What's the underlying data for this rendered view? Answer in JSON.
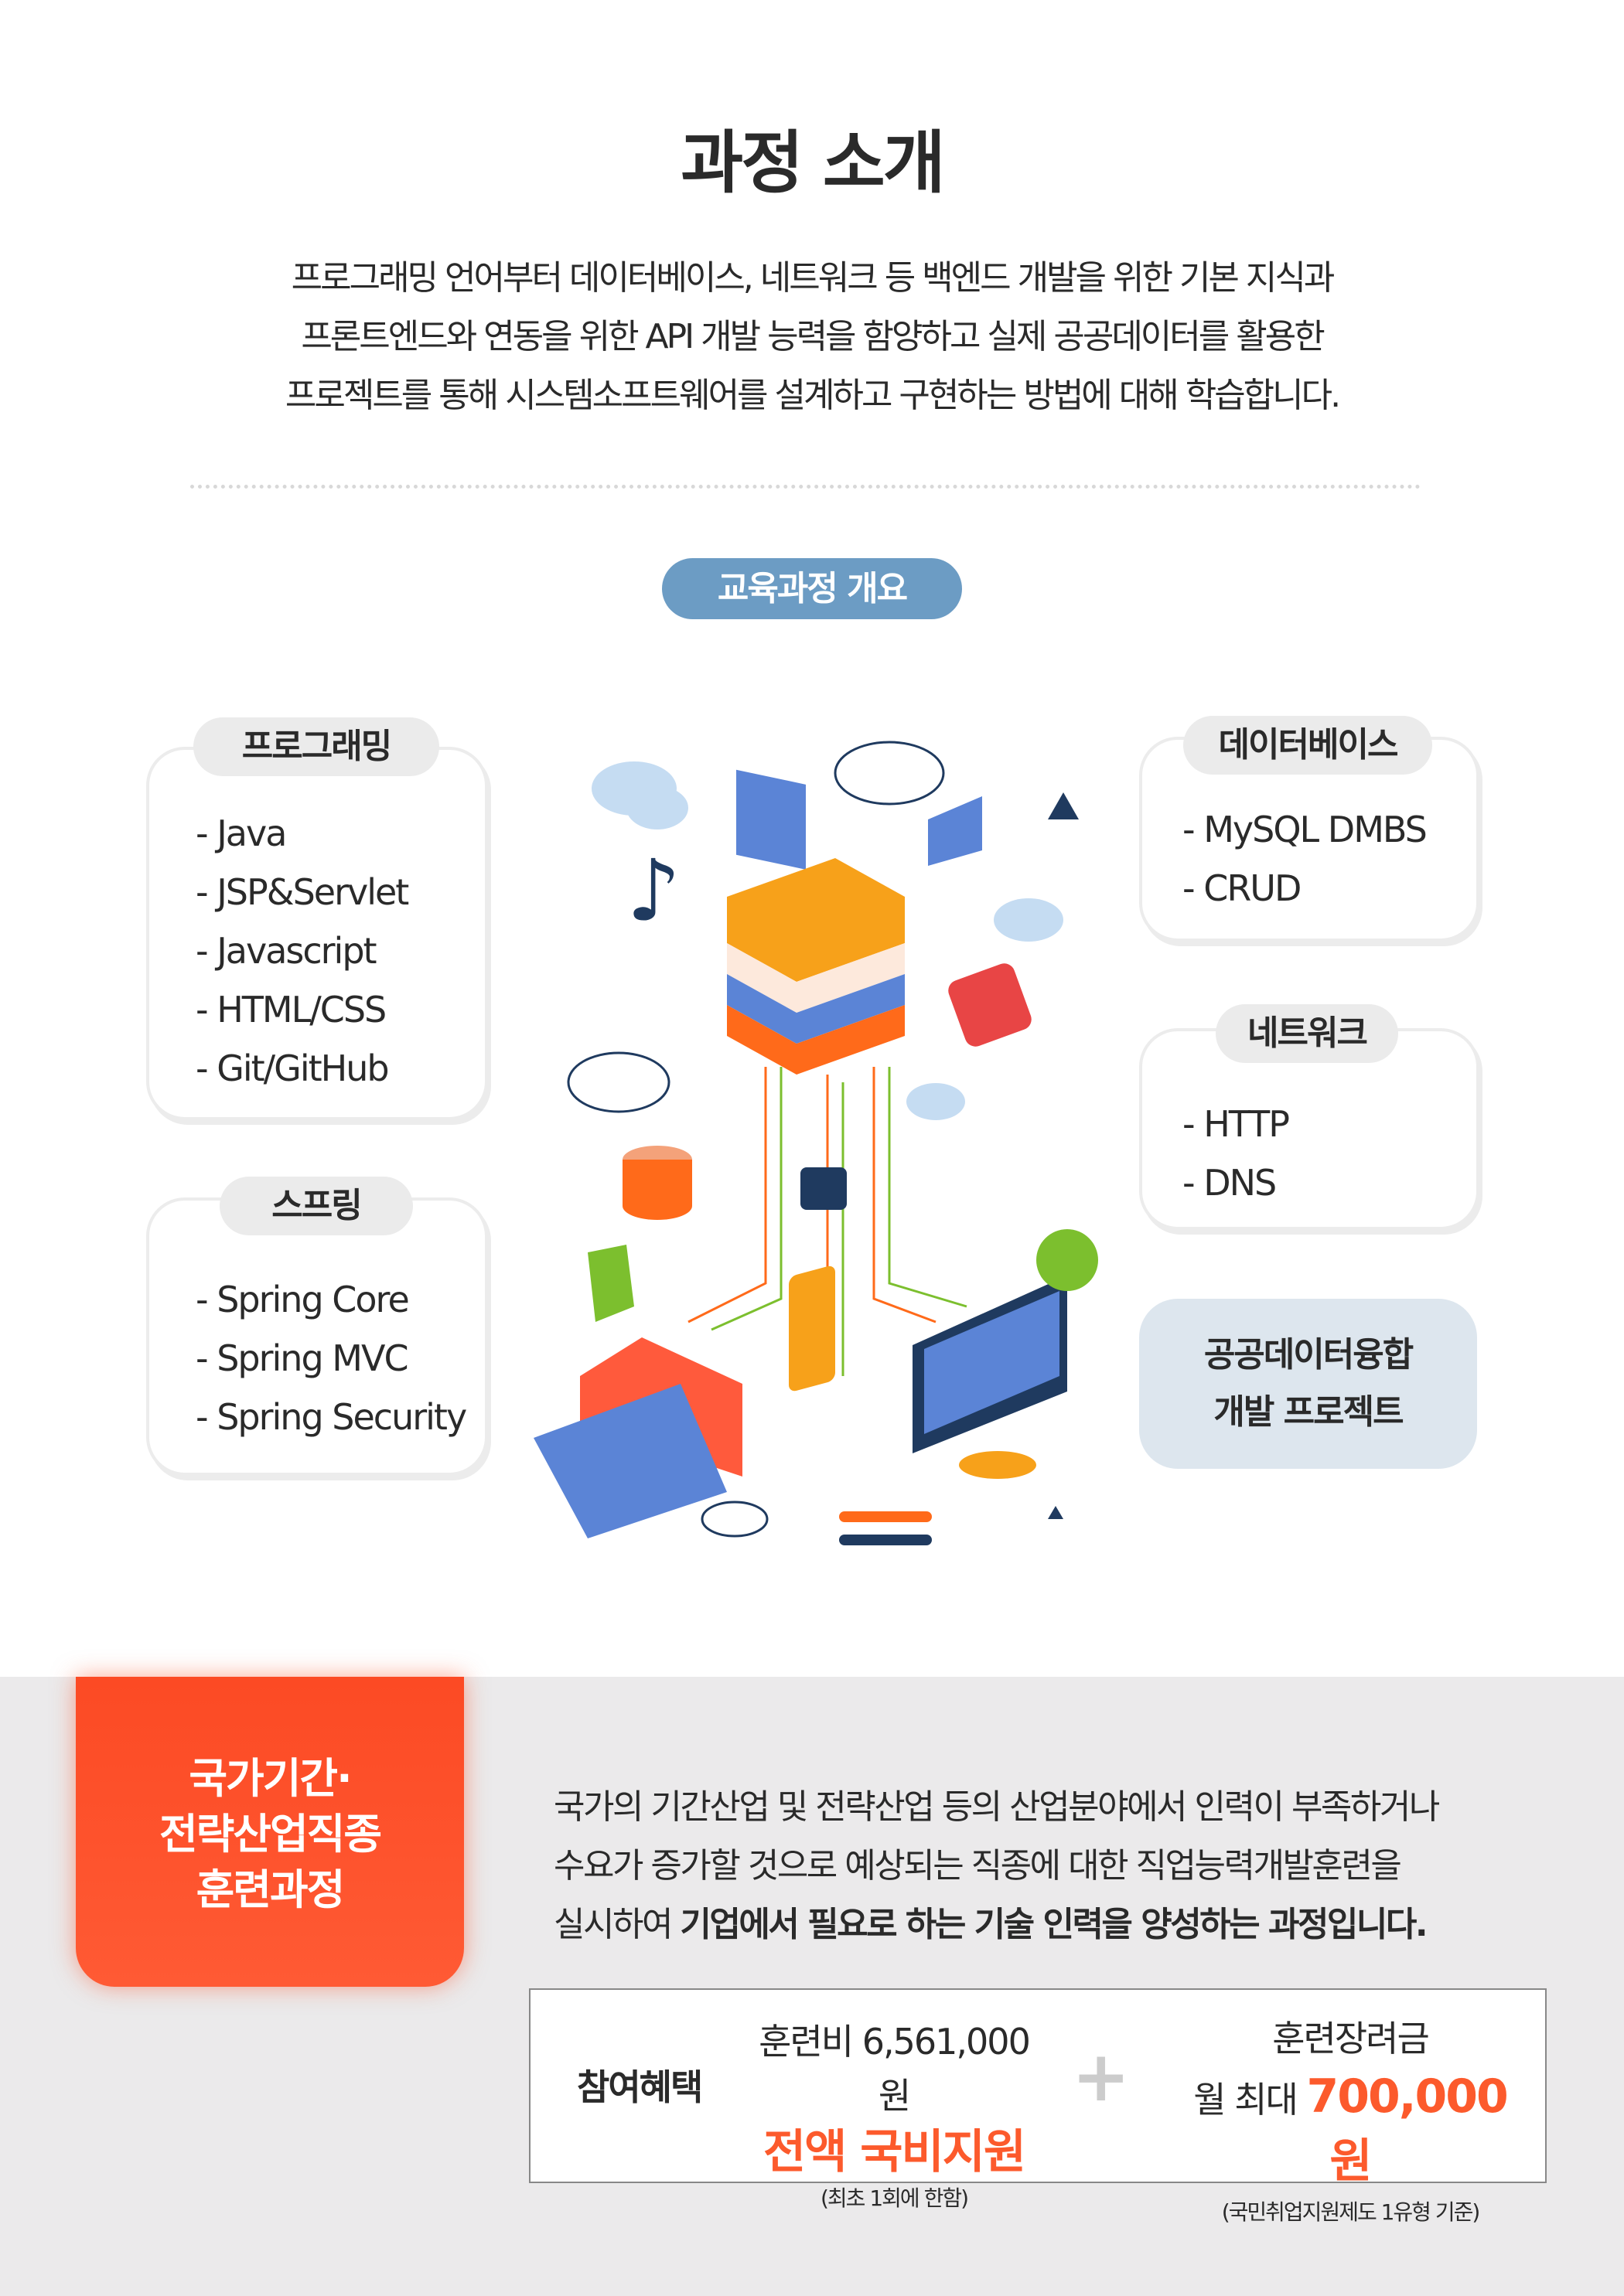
{
  "title": "과정 소개",
  "intro": [
    "프로그래밍 언어부터 데이터베이스, 네트워크 등 백엔드 개발을 위한 기본 지식과",
    "프론트엔드와 연동을 위한 API 개발 능력을 함양하고  실제 공공데이터를 활용한",
    "프로젝트를 통해 시스템소프트웨어를 설계하고 구현하는 방법에 대해 학습합니다."
  ],
  "overview_label": "교육과정 개요",
  "modules": {
    "programming": {
      "title": "프로그래밍",
      "items": [
        "- Java",
        "- JSP&Servlet",
        "- Javascript",
        "- HTML/CSS",
        "- Git/GitHub"
      ]
    },
    "spring": {
      "title": "스프링",
      "items": [
        "- Spring Core",
        "- Spring MVC",
        "- Spring Security"
      ]
    },
    "database": {
      "title": "데이터베이스",
      "items": [
        "- MySQL DMBS",
        "- CRUD"
      ]
    },
    "network": {
      "title": "네트워크",
      "items": [
        "- HTTP",
        "- DNS"
      ]
    },
    "project": {
      "lines": [
        "공공데이터융합",
        "개발 프로젝트"
      ]
    }
  },
  "national": {
    "badge": [
      "국가기간·",
      "전략산업직종",
      "훈련과정"
    ],
    "desc": [
      "국가의 기간산업 및 전략산업 등의 산업분야에서 인력이 부족하거나",
      "수요가 증가할 것으로 예상되는 직종에 대한 직업능력개발훈련을"
    ],
    "desc_last_plain": "실시하여 ",
    "desc_last_bold": "기업에서 필요로 하는 기술 인력을 양성하는 과정입니다."
  },
  "benefits": {
    "label": "참여혜택",
    "fee": "훈련비 6,561,000원",
    "fee_highlight": "전액 국비지원",
    "fee_note": "(최초 1회에 한함)",
    "plus": "+",
    "allowance": "훈련장려금",
    "allowance_prefix": "월 최대 ",
    "allowance_highlight": "700,000원",
    "allowance_note": "(국민취업지원제도 1유형 기준)"
  },
  "colors": {
    "accent": "#fc5a2c",
    "pill": "#6c9cc4",
    "project_bg": "#dde6ee"
  }
}
